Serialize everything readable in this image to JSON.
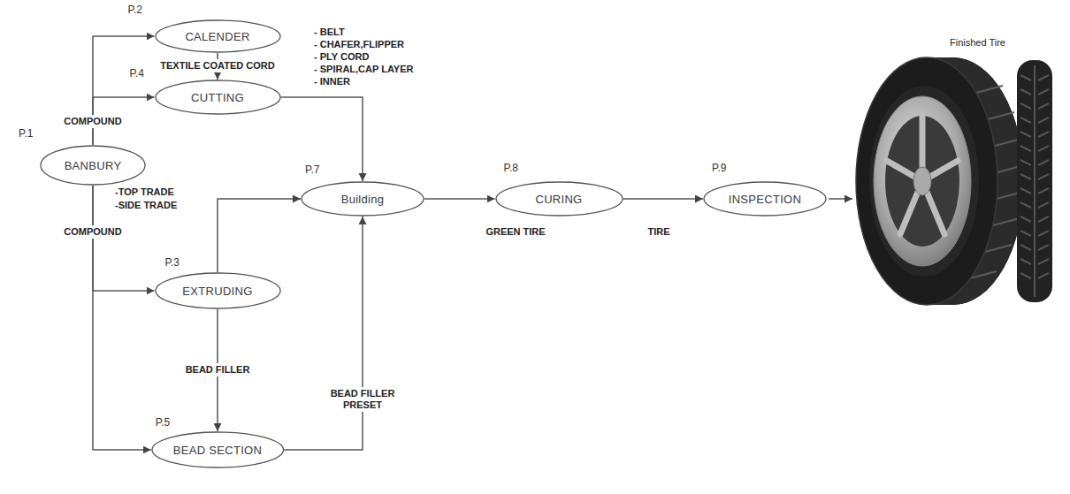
{
  "diagram": {
    "nodes": [
      {
        "text": [
          "P.1",
          "BANBURY"
        ]
      },
      {
        "text": [
          "P.2",
          "CALENDER"
        ]
      },
      {
        "text": [
          "P.3",
          "EXTRUDING"
        ]
      },
      {
        "text": [
          "P.4",
          "CUTTING"
        ]
      },
      {
        "text": [
          "P.5",
          "BEAD SECTION"
        ]
      },
      {
        "text": [
          "P.7",
          "Building"
        ]
      },
      {
        "text": [
          "P.8",
          "CURING"
        ]
      },
      {
        "text": [
          "P.9",
          "INSPECTION"
        ]
      }
    ],
    "edges": [
      {
        "from": 0,
        "to": 1,
        "arrow": "to"
      },
      {
        "from": 0,
        "to": 3,
        "label": "COMPOUND",
        "arrow": "to"
      },
      {
        "from": 0,
        "to": 2,
        "label": "COMPOUND",
        "arrow": "to"
      },
      {
        "from": 0,
        "to": 4,
        "arrow": "to"
      },
      {
        "from": 1,
        "to": 3,
        "label": "TEXTILE COATED CORD",
        "arrow": "to"
      },
      {
        "from": 3,
        "to": 5,
        "arrow": "to"
      },
      {
        "from": 2,
        "to": 5,
        "arrow": "to"
      },
      {
        "from": 2,
        "to": 4,
        "label": "BEAD FILLER",
        "arrow": "to"
      },
      {
        "from": 4,
        "to": 5,
        "label": "BEAD FILLER PRESET",
        "arrow": "to"
      },
      {
        "from": 5,
        "to": 6,
        "label": "GREEN TIRE",
        "arrow": "to"
      },
      {
        "from": 6,
        "to": 7,
        "label": "TIRE",
        "arrow": "to"
      }
    ],
    "labels": [
      "- BELT",
      "- CHAFER,FLIPPER",
      "- PLY CORD",
      "- SPIRAL,CAP LAYER",
      "- INNER",
      "-TOP TRADE",
      "-SIDE TRADE",
      "Finished Tire"
    ]
  }
}
